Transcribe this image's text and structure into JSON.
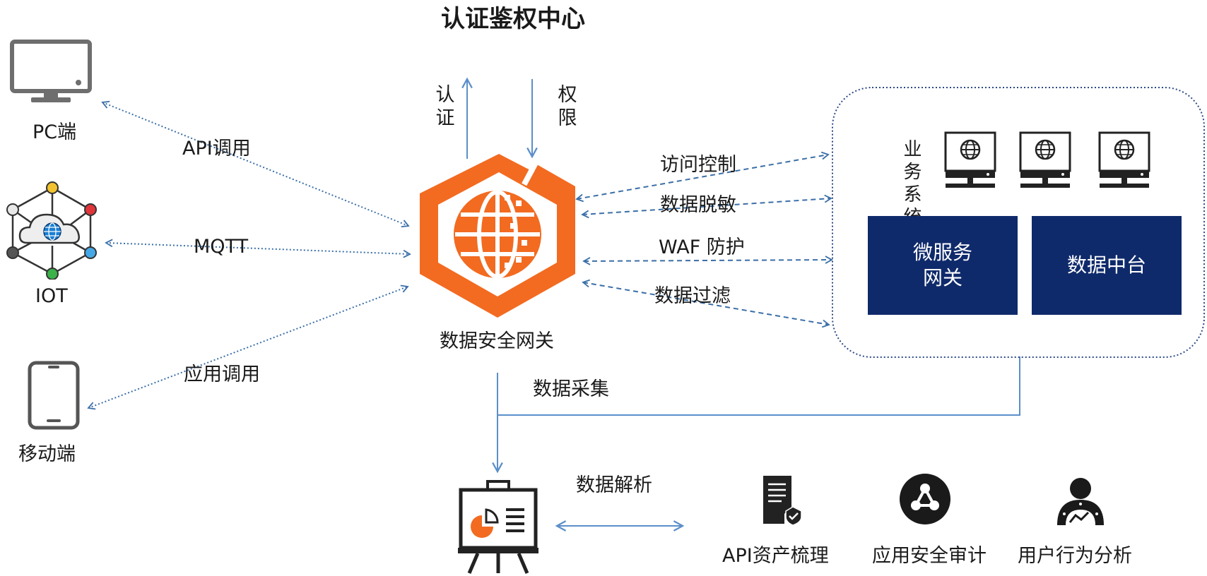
{
  "title": "认证鉴权中心",
  "auth": {
    "up": "认证",
    "down": "权限"
  },
  "clients": {
    "pc": "PC端",
    "iot": "IOT",
    "mobile": "移动端"
  },
  "client_links": {
    "api": "API调用",
    "mqtt": "MQTT",
    "app": "应用调用"
  },
  "gateway": {
    "label": "数据安全网关"
  },
  "functions": {
    "access": "访问控制",
    "mask": "数据脱敏",
    "waf": "WAF 防护",
    "filter": "数据过滤"
  },
  "business": {
    "label": "业务系统",
    "boxes": {
      "micro_line1": "微服务",
      "micro_line2": "网关",
      "data_platform": "数据中台"
    }
  },
  "flow": {
    "collect": "数据采集",
    "parse": "数据解析"
  },
  "outputs": {
    "api_assets": "API资产梳理",
    "app_audit": "应用安全审计",
    "user_behavior": "用户行为分析"
  },
  "colors": {
    "orange": "#f26b21",
    "navy": "#0f2a6b",
    "link": "#3b6fa8"
  }
}
